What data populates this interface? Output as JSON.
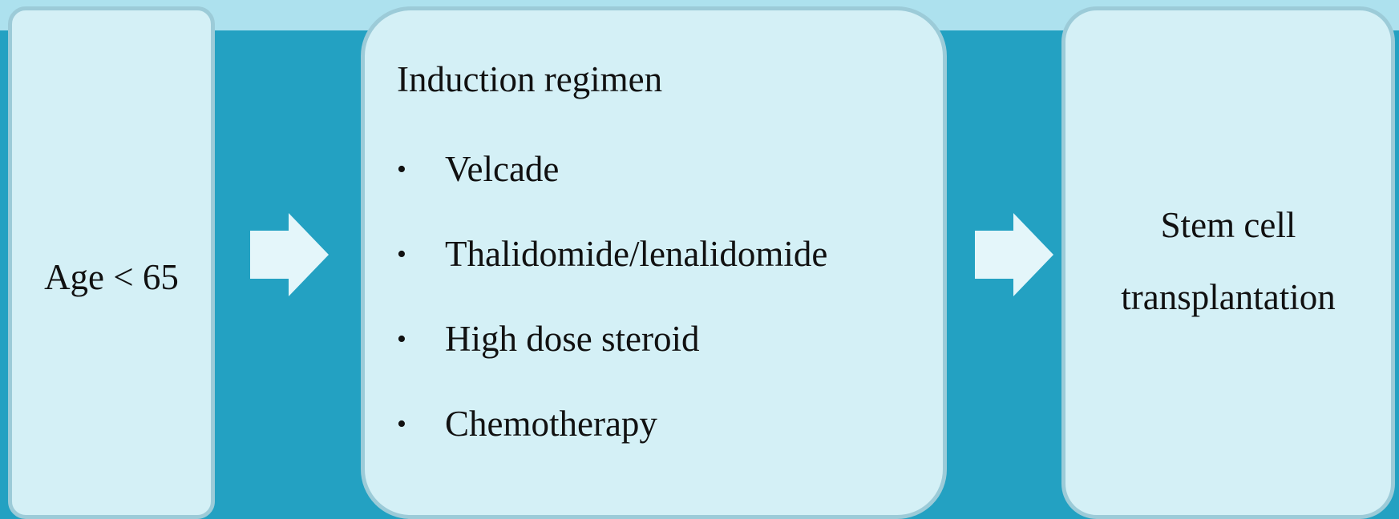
{
  "diagram": {
    "step_age": {
      "label": "Age < 65"
    },
    "step_induction": {
      "title": "Induction regimen",
      "items": [
        "Velcade",
        "Thalidomide/lenalidomide",
        "High dose steroid",
        "Chemotherapy"
      ]
    },
    "step_transplant": {
      "line1": "Stem cell",
      "line2": "transplantation"
    }
  },
  "colors": {
    "background": "#23a1c2",
    "top_band": "#ade1ee",
    "box_fill": "#d4f0f6",
    "box_border": "#9ccbd8",
    "arrow_fill": "#e4f6fa",
    "text": "#111111"
  },
  "icons": {
    "connector": "arrow-right-icon",
    "bullet": "bullet-icon"
  }
}
